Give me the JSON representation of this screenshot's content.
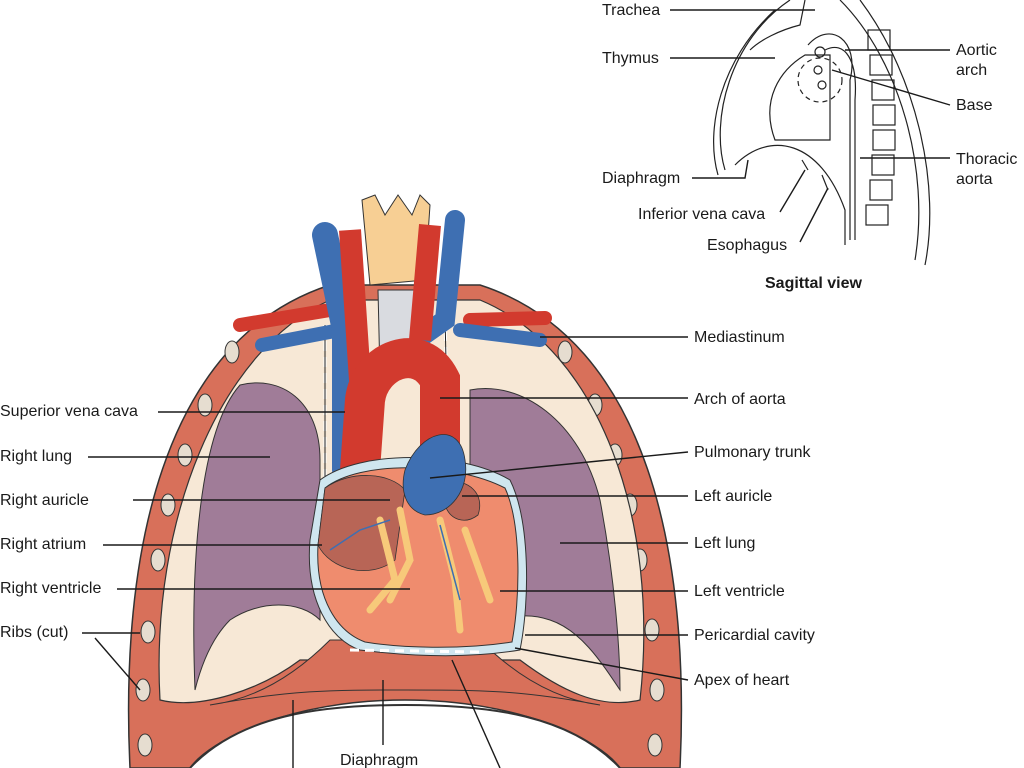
{
  "front_view": {
    "left_labels": [
      "Superior vena cava",
      "Right lung",
      "Right auricle",
      "Right atrium",
      "Right ventricle",
      "Ribs (cut)"
    ],
    "right_labels": [
      "Mediastinum",
      "Arch of aorta",
      "Pulmonary trunk",
      "Left auricle",
      "Left lung",
      "Left ventricle",
      "Pericardial cavity",
      "Apex of heart"
    ],
    "bottom_label": "Diaphragm"
  },
  "sagittal_view": {
    "title": "Sagittal view",
    "labels": {
      "trachea": "Trachea",
      "thymus": "Thymus",
      "aortic_arch_1": "Aortic",
      "aortic_arch_2": "arch",
      "base": "Base",
      "thoracic_aorta_1": "Thoracic",
      "thoracic_aorta_2": "aorta",
      "diaphragm": "Diaphragm",
      "ivc": "Inferior vena cava",
      "esophagus": "Esophagus"
    }
  },
  "colors": {
    "wall": "#d8705a",
    "pleura": "#f7e8d6",
    "lung": "#a07c98",
    "heart": "#ef8c6e",
    "vein": "#3e6fb2",
    "artery": "#d23a2e",
    "fat": "#f7c97a"
  }
}
